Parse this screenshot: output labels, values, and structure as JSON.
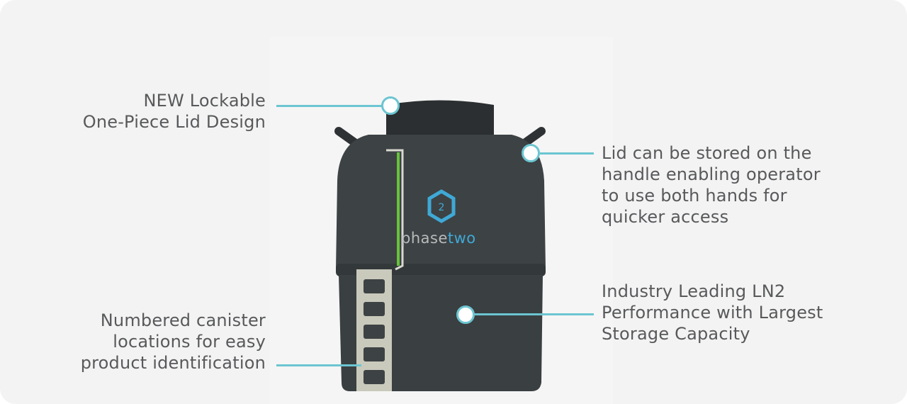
{
  "callouts": {
    "lid": {
      "line1": "NEW Lockable",
      "line2": "One-Piece Lid Design"
    },
    "handle": {
      "line1": "Lid can be stored on the",
      "line2": "handle enabling operator",
      "line3": "to use both hands for",
      "line4": "quicker access"
    },
    "performance": {
      "line1": "Industry Leading LN2",
      "line2": "Performance with Largest",
      "line3": "Storage Capacity"
    },
    "canister": {
      "line1": "Numbered canister",
      "line2": "locations for easy",
      "line3": "product identification"
    }
  },
  "logo": {
    "part1": "phase",
    "part2": "two"
  },
  "colors": {
    "accent": "#6cc5d1",
    "body": "#3d4244",
    "text": "#58595b"
  }
}
